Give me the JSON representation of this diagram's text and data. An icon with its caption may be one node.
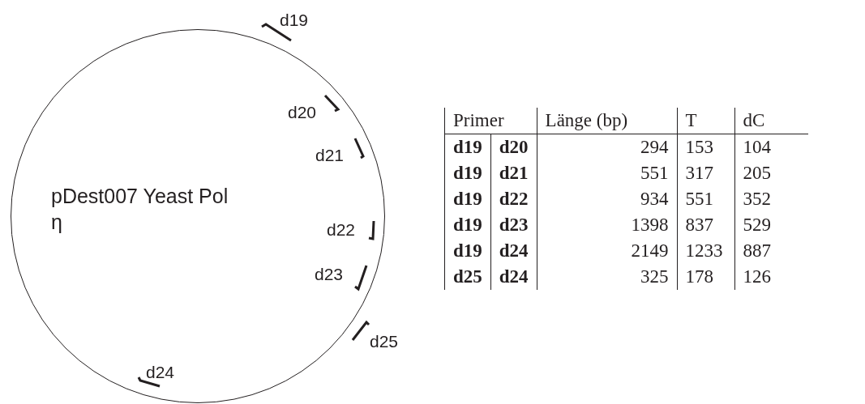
{
  "diagram": {
    "nodes": [
      {
        "text": [
          "pDest007 Yeast Pol η"
        ]
      }
    ],
    "labels": [
      "d19",
      "d20",
      "d21",
      "d22",
      "d23",
      "d25",
      "d24",
      "Primer",
      "Länge (bp)",
      "T",
      "dC",
      "d19",
      "d20",
      "294",
      "153",
      "104",
      "d19",
      "d21",
      "551",
      "317",
      "205",
      "d19",
      "d22",
      "934",
      "551",
      "352",
      "d19",
      "d23",
      "1398",
      "837",
      "529",
      "d19",
      "d24",
      "2149",
      "1233",
      "887",
      "d25",
      "d24",
      "325",
      "178",
      "126"
    ]
  }
}
